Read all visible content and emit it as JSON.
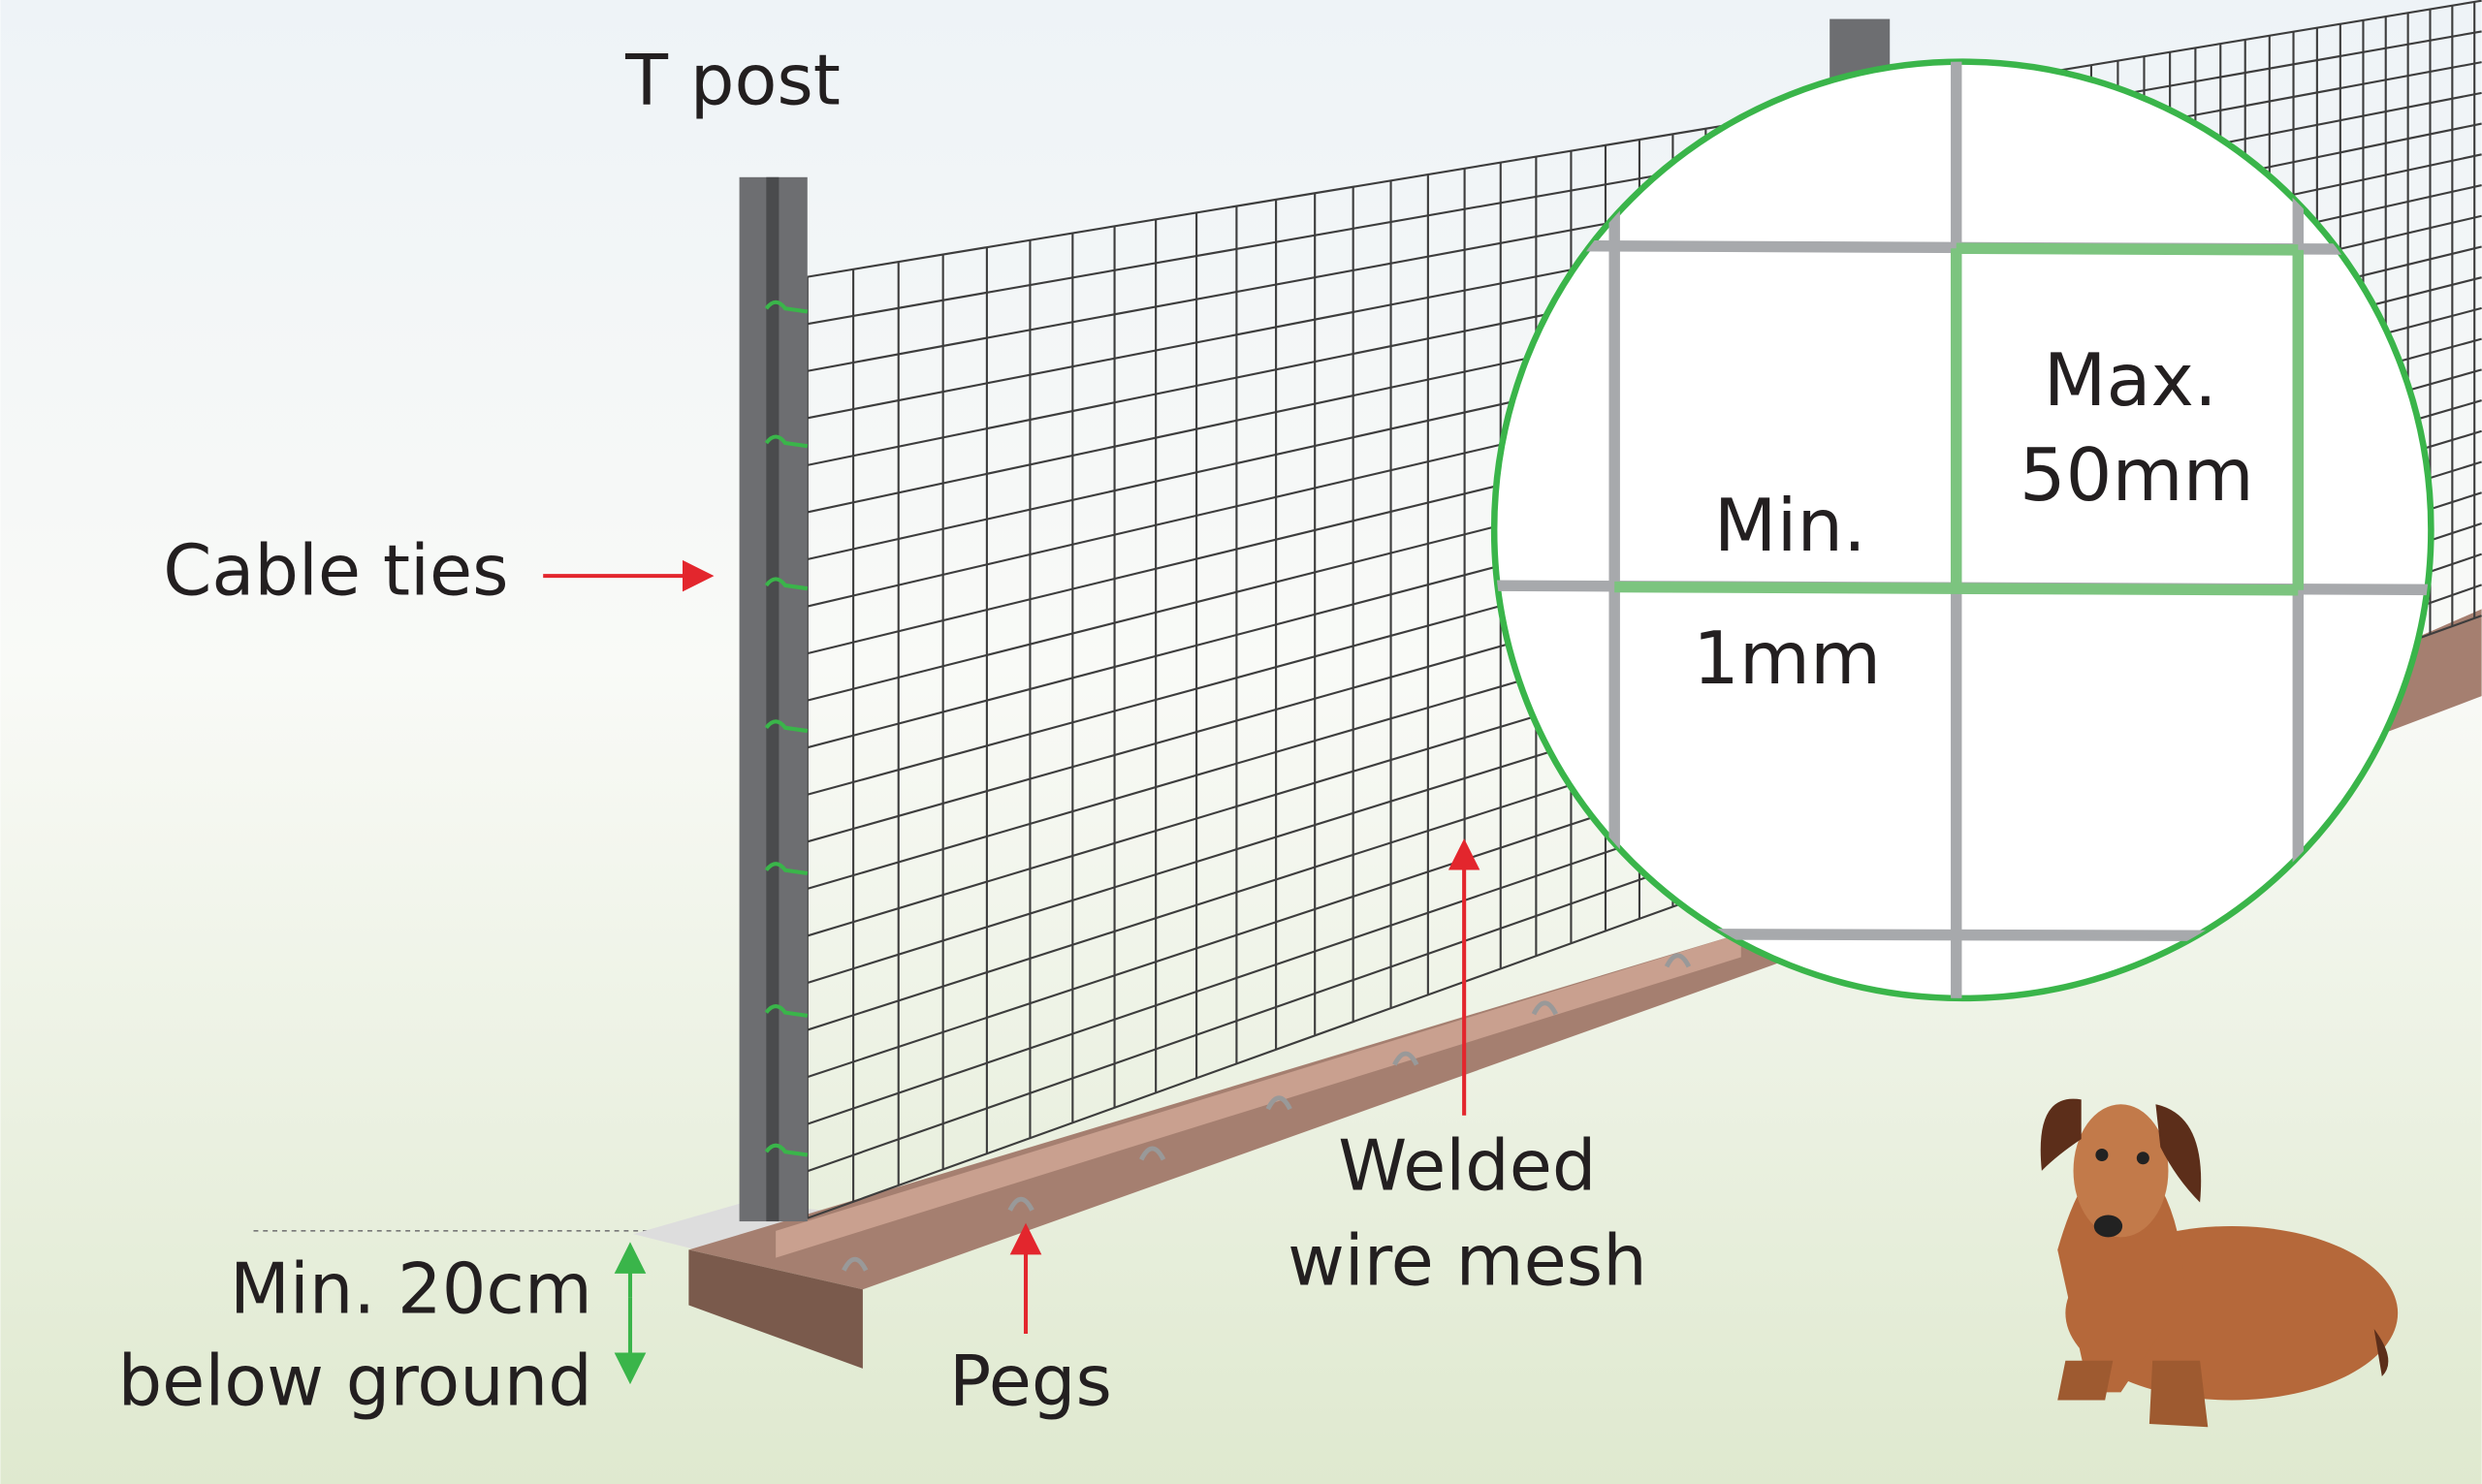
{
  "labels": {
    "t_post": "T post",
    "cable_ties": "Cable ties",
    "depth_line1": "Min. 20cm",
    "depth_line2": "below ground",
    "pegs": "Pegs",
    "mesh_line1": "Welded",
    "mesh_line2": "wire mesh",
    "max_line1": "Max.",
    "max_line2": "50mm",
    "min_line1": "Min.",
    "min_line2": "1mm"
  },
  "colors": {
    "arrow_red": "#e3262d",
    "accent_green": "#3ab54a",
    "post_grey": "#6d6e71",
    "skirt_brown": "#c9a08f",
    "dog_brown": "#b5683a"
  }
}
